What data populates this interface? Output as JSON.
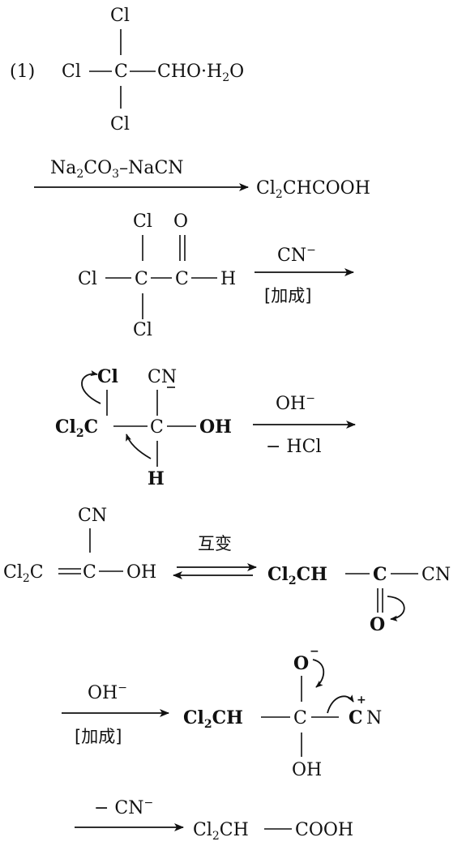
{
  "step_label": "(1)",
  "reactant": {
    "top_cl": "Cl",
    "left_cl": "Cl",
    "carbon": "C",
    "right": "CHO·H",
    "sub": "2",
    "water_o": "O",
    "bottom_cl": "Cl"
  },
  "reaction_1": {
    "reagent": "Na",
    "reagent_sub1": "2",
    "reagent_mid": "CO",
    "reagent_sub2": "3",
    "reagent_end": "–NaCN",
    "product_cl": "Cl",
    "product_sub": "2",
    "product_rest": "CHCOOH"
  },
  "mechanism_1": {
    "cl_top": "Cl",
    "o_top": "O",
    "cl_left": "Cl",
    "c1": "C",
    "c2": "C",
    "h": "H",
    "cl_bottom": "Cl",
    "arrow_top": "CN",
    "arrow_top_sup": "−",
    "arrow_bottom": "[加成]"
  },
  "mechanism_2": {
    "cl_top": "Cl",
    "cn_top": "CN",
    "cl2": "Cl",
    "cl2_sub": "2",
    "c1": "C",
    "c2": "C",
    "oh": "OH",
    "h": "H",
    "arrow_top": "OH",
    "arrow_top_sup": "−",
    "arrow_bottom": "− HCl"
  },
  "tautomer": {
    "cn_top": "CN",
    "left_cl": "Cl",
    "left_sub": "2",
    "left_rest": "C",
    "c_mid": "C",
    "oh": "OH",
    "arrow_label": "互变",
    "right_cl": "Cl",
    "right_sub": "2",
    "right_ch": "CH",
    "right_c": "C",
    "right_cn": "CN",
    "o_bottom": "O"
  },
  "mechanism_3": {
    "arrow_top": "OH",
    "arrow_top_sup": "−",
    "arrow_bottom": "[加成]",
    "cl": "Cl",
    "cl_sub": "2",
    "ch": "CH",
    "c": "C",
    "o_top": "O",
    "o_charge": "−",
    "c_cn": "C",
    "c_charge": "+",
    "n": "N",
    "oh": "OH"
  },
  "final_step": {
    "arrow_top": "− CN",
    "arrow_top_sup": "−",
    "product_cl": "Cl",
    "product_sub": "2",
    "product_ch": "CH",
    "product_cooh": "COOH"
  },
  "colors": {
    "ink": "#111111",
    "background": "#ffffff"
  }
}
